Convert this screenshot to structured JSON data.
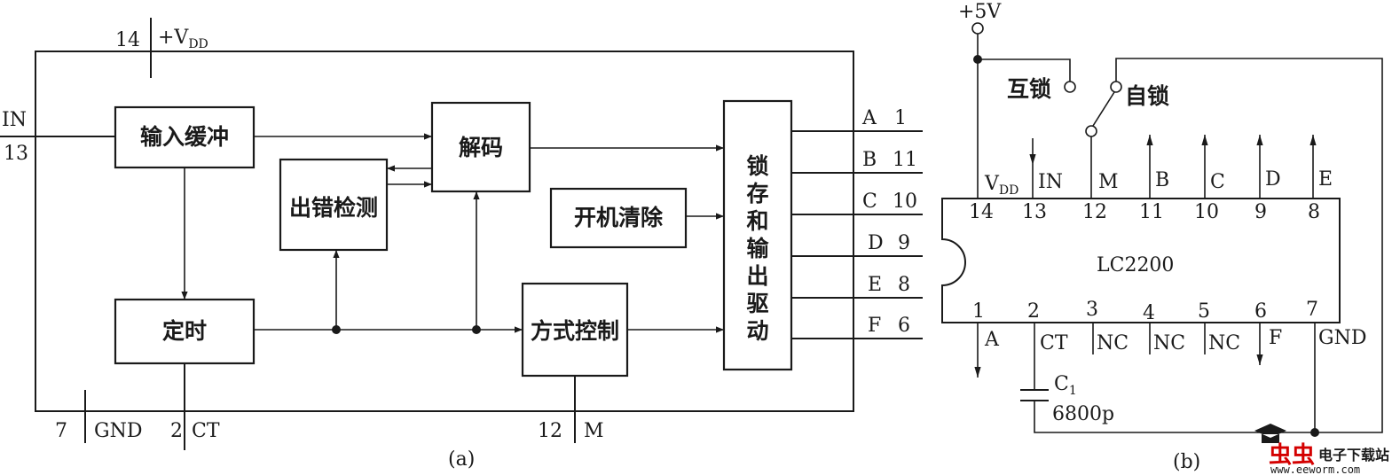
{
  "diagram_a": {
    "caption": "(a)",
    "supply_pin": "14",
    "supply_label": "+V",
    "supply_sub": "DD",
    "input_label": "IN",
    "input_pin": "13",
    "gnd_pin": "7",
    "gnd_label": "GND",
    "ct_pin": "2",
    "ct_label": "CT",
    "m_pin": "12",
    "m_label": "M",
    "blocks": {
      "input_buffer": "输入缓冲",
      "decode": "解码",
      "error_detect": "出错检测",
      "power_on_clear": "开机清除",
      "timing": "定时",
      "mode_control": "方式控制",
      "latch_driver": [
        "锁",
        "存",
        "和",
        "输",
        "出",
        "驱",
        "动"
      ]
    },
    "outputs": [
      {
        "name": "A",
        "pin": "1"
      },
      {
        "name": "B",
        "pin": "11"
      },
      {
        "name": "C",
        "pin": "10"
      },
      {
        "name": "D",
        "pin": "9"
      },
      {
        "name": "E",
        "pin": "8"
      },
      {
        "name": "F",
        "pin": "6"
      }
    ]
  },
  "diagram_b": {
    "caption": "(b)",
    "supply": "+5V",
    "interlock": "互锁",
    "self_lock": "自锁",
    "chip": "LC2200",
    "top_pins": [
      {
        "num": "14",
        "label": "V",
        "sub": "DD"
      },
      {
        "num": "13",
        "label": "IN",
        "sub": ""
      },
      {
        "num": "12",
        "label": "M",
        "sub": ""
      },
      {
        "num": "11",
        "label": "B",
        "sub": ""
      },
      {
        "num": "10",
        "label": "C",
        "sub": ""
      },
      {
        "num": "9",
        "label": "D",
        "sub": ""
      },
      {
        "num": "8",
        "label": "E",
        "sub": ""
      }
    ],
    "bottom_pins": [
      {
        "num": "1",
        "label": "A"
      },
      {
        "num": "2",
        "label": "CT"
      },
      {
        "num": "3",
        "label": "NC"
      },
      {
        "num": "4",
        "label": "NC"
      },
      {
        "num": "5",
        "label": "NC"
      },
      {
        "num": "6",
        "label": "F"
      },
      {
        "num": "7",
        "label": "GND"
      }
    ],
    "cap_label": "C",
    "cap_sub": "1",
    "cap_value": "6800p"
  },
  "watermark": {
    "logo": "虫虫",
    "text": "电子下载站",
    "url": "www.eeworm.com"
  }
}
